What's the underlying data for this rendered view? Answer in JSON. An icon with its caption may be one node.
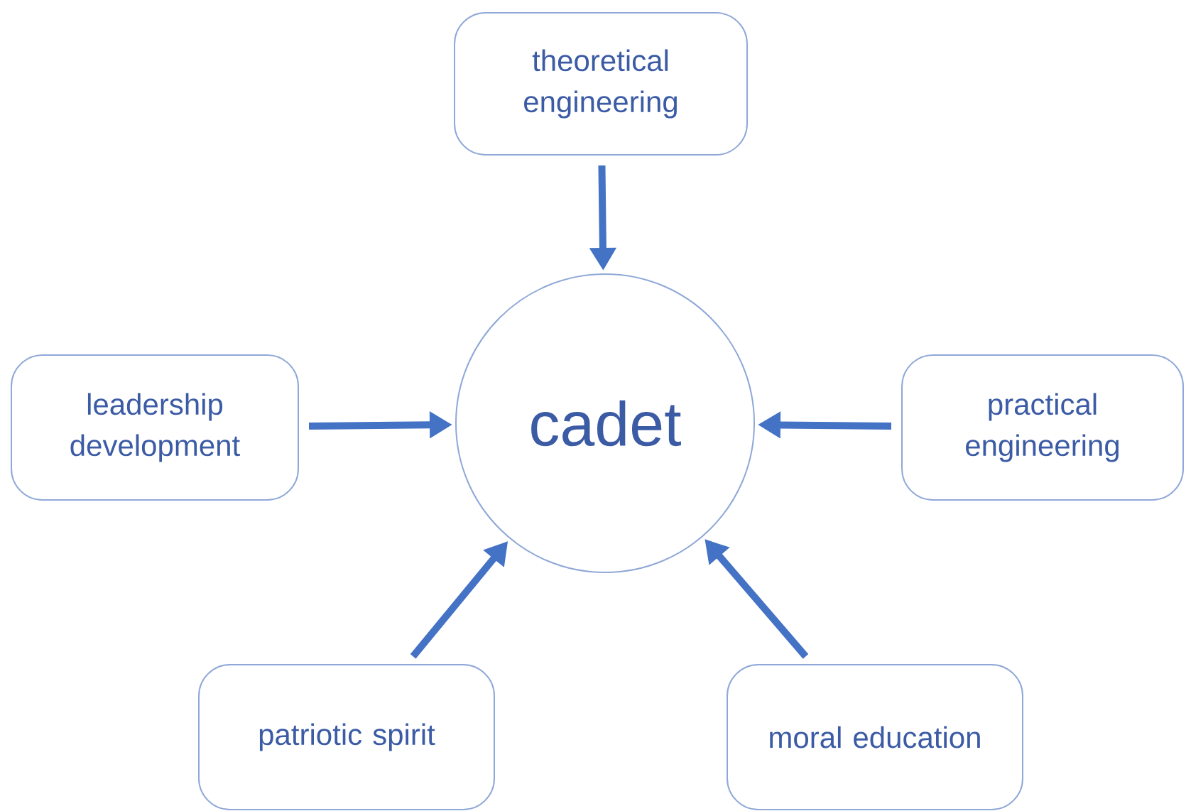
{
  "diagram": {
    "nodes": [
      {
        "text": [
          "cadet"
        ]
      },
      {
        "text": [
          "theoretical engineering"
        ]
      },
      {
        "text": [
          "leadership development"
        ]
      },
      {
        "text": [
          "practical engineering"
        ]
      },
      {
        "text": [
          "patriotic spirit"
        ]
      },
      {
        "text": [
          "moral education"
        ]
      }
    ],
    "edges": [
      {
        "from": 1,
        "to": 0,
        "arrow": "to"
      },
      {
        "from": 2,
        "to": 0,
        "arrow": "to"
      },
      {
        "from": 3,
        "to": 0,
        "arrow": "to"
      },
      {
        "from": 4,
        "to": 0,
        "arrow": "to"
      },
      {
        "from": 5,
        "to": 0,
        "arrow": "to"
      }
    ]
  }
}
